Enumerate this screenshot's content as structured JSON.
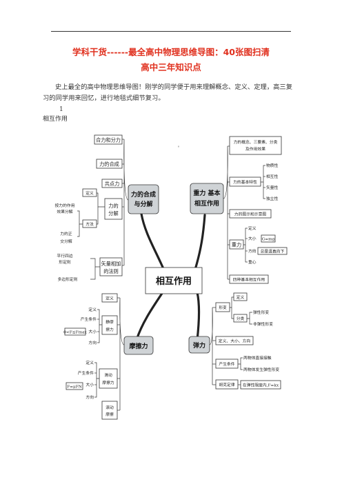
{
  "header": {
    "title_line1": "学科干货------最全高中物理思维导图：40张图扫清",
    "title_line2": "高中三年知识点",
    "intro": "史上最全的高中物理思维导图！刚学的同学便于用来理解概念、定义、定理，高三复习的同学用来回忆，进行地毯式细节复习。",
    "section_number": "1",
    "section_title": "相互作用"
  },
  "mindmap": {
    "center": "相互作用",
    "stray_mark": "'",
    "combine": {
      "title_line1": "力的合成",
      "title_line2": "与分解",
      "items": [
        "合力和分力",
        "力的合成",
        "共点力",
        "力的",
        "分解",
        "矢量相加",
        "的法则"
      ],
      "sub": [
        "定义",
        "方法",
        "按力的作用",
        "效果分解",
        "力的正",
        "交分解",
        "平行四边",
        "形定则",
        "多边形定则"
      ]
    },
    "gravity": {
      "title_line1": "重力  基本",
      "title_line2": "相互作用",
      "items": [
        "力的概念、三要素、分类",
        "及作用效果",
        "力的基本特性",
        "力的图示和示意图",
        "重力",
        "四种基本相互作用"
      ],
      "traits": [
        "物质性",
        "相互性",
        "矢量性",
        "独立性"
      ],
      "gravity_sub": [
        "定义",
        "大小",
        "G=mg",
        "方向",
        "总是竖直向下",
        "重心"
      ]
    },
    "friction": {
      "title": "摩擦力",
      "items": [
        "定义",
        "静摩",
        "擦力",
        "滑动",
        "摩擦力",
        "滚动",
        "摩擦"
      ],
      "static_sub": [
        "定义",
        "产生条件",
        "大小",
        "0<F≤Fmax",
        "方向"
      ],
      "sliding_sub": [
        "定义",
        "产生条件",
        "大小",
        "F=μFN",
        "方向"
      ]
    },
    "elastic": {
      "title": "弹力",
      "items": [
        "形变",
        "定义、大小、方向",
        "产生条件",
        "胡克定律"
      ],
      "deform_sub": [
        "定义",
        "分类",
        "弹性形变",
        "非弹性形变"
      ],
      "cond_sub": [
        "两物体直接接触",
        "两物体发生弹性形变"
      ],
      "hooke_sub": "在弹性限度内,F=kx"
    }
  }
}
